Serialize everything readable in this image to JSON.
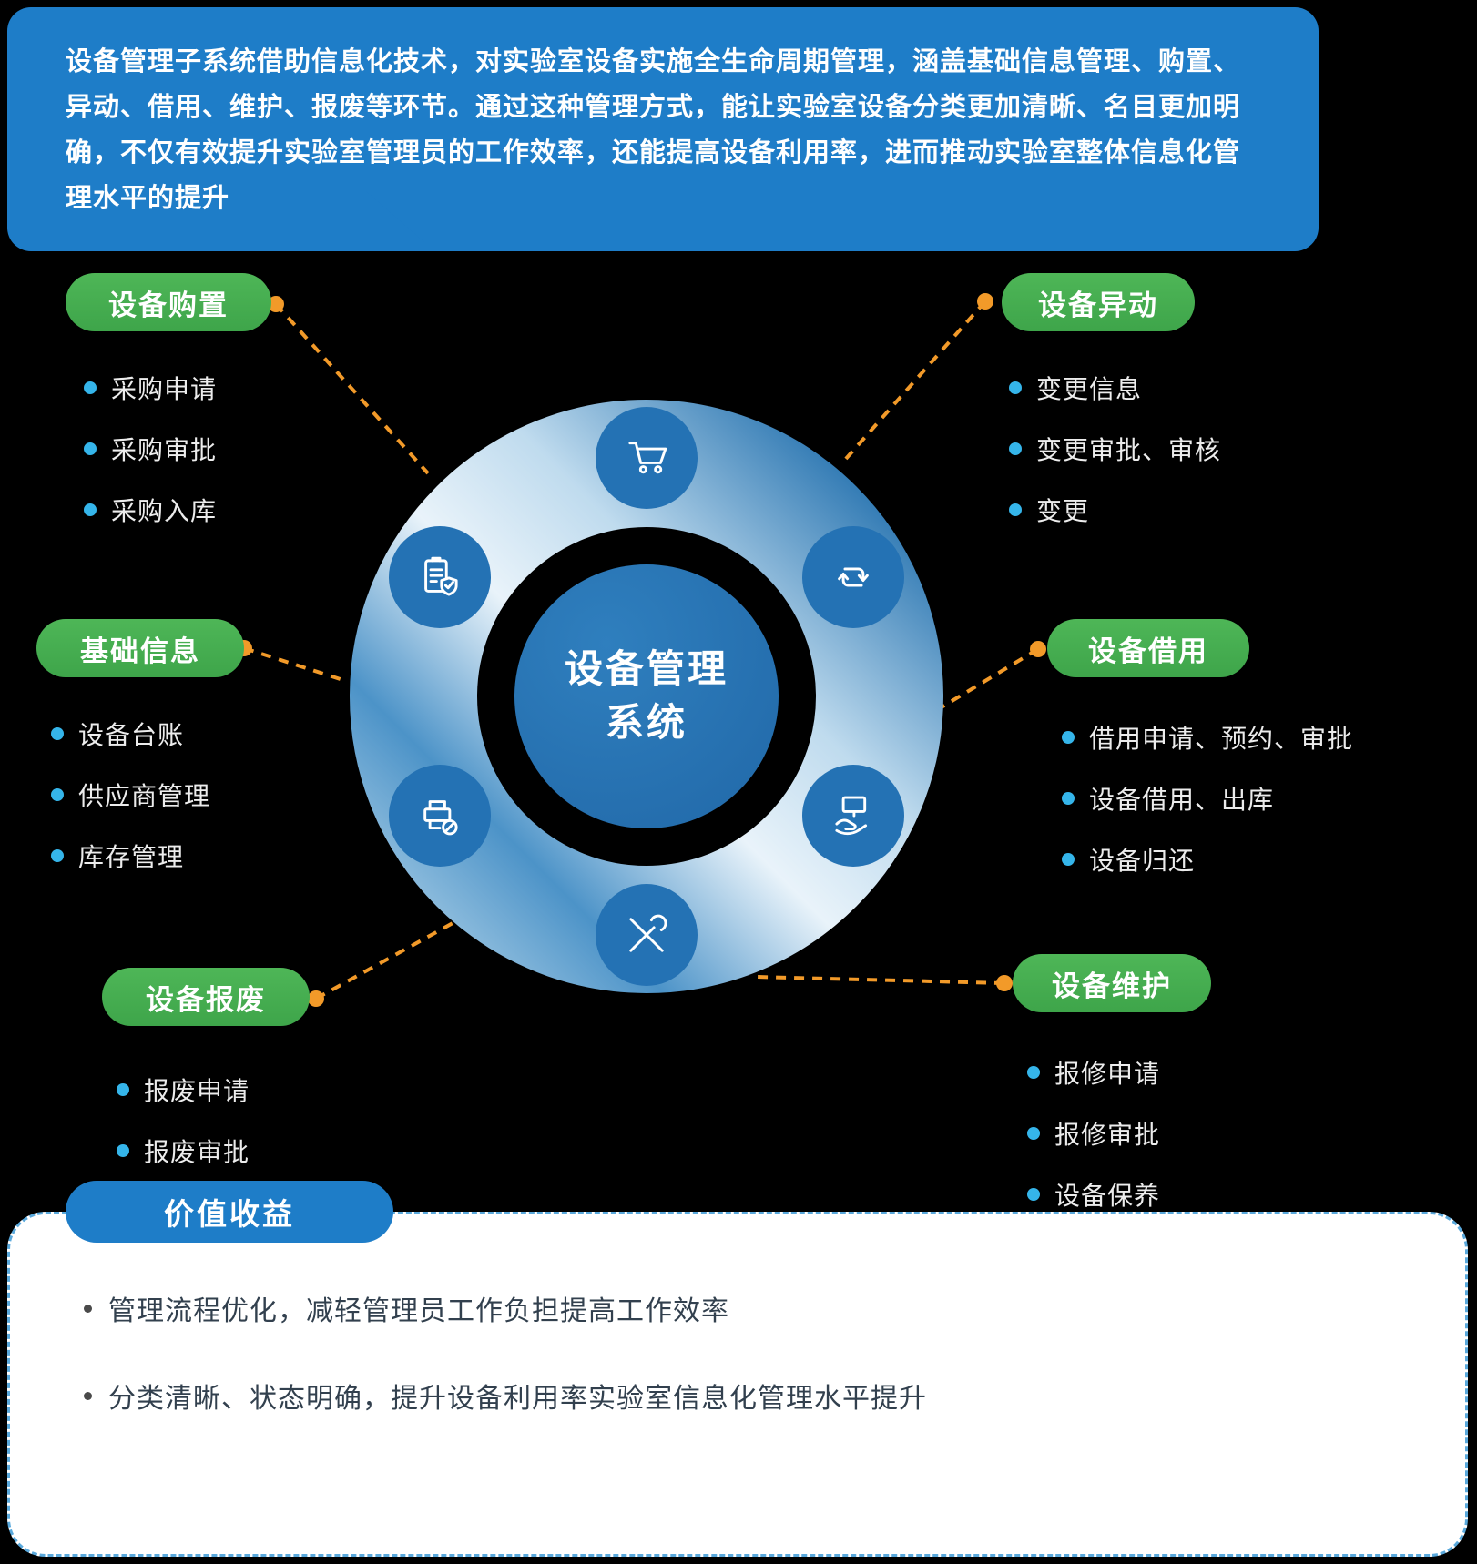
{
  "intro": {
    "text": "设备管理子系统借助信息化技术，对实验室设备实施全生命周期管理，涵盖基础信息管理、购置、异动、借用、维护、报废等环节。通过这种管理方式，能让实验室设备分类更加清晰、名目更加明确，不仅有效提升实验室管理员的工作效率，还能提高设备利用率，进而推动实验室整体信息化管理水平的提升"
  },
  "center": {
    "line1": "设备管理",
    "line2": "系统"
  },
  "groups": [
    {
      "label": "设备购置",
      "items": [
        "采购申请",
        "采购审批",
        "采购入库"
      ]
    },
    {
      "label": "设备异动",
      "items": [
        "变更信息",
        "变更审批、审核",
        "变更"
      ]
    },
    {
      "label": "基础信息",
      "items": [
        "设备台账",
        "供应商管理",
        "库存管理"
      ]
    },
    {
      "label": "设备借用",
      "items": [
        "借用申请、预约、审批",
        "设备借用、出库",
        "设备归还"
      ]
    },
    {
      "label": "设备报废",
      "items": [
        "报废申请",
        "报废审批"
      ]
    },
    {
      "label": "设备维护",
      "items": [
        "报修申请",
        "报修审批",
        "设备保养"
      ]
    }
  ],
  "icons": [
    "shopping-cart-icon",
    "transfer-arrows-icon",
    "monitor-hand-icon",
    "crossed-tools-icon",
    "printer-blocked-icon",
    "clipboard-shield-icon"
  ],
  "benefits": {
    "label": "价值收益",
    "items": [
      "管理流程优化，减轻管理员工作负担提高工作效率",
      "分类清晰、状态明确，提升设备利用率实验室信息化管理水平提升"
    ]
  },
  "colors": {
    "bubble_blue": "#1e7dc8",
    "pill_green": "#45b04c",
    "connector_orange": "#f29a29",
    "bullet_blue": "#35b5ea",
    "ring_blue": "#2472b4",
    "benefit_border_blue": "#5aa9dc"
  }
}
